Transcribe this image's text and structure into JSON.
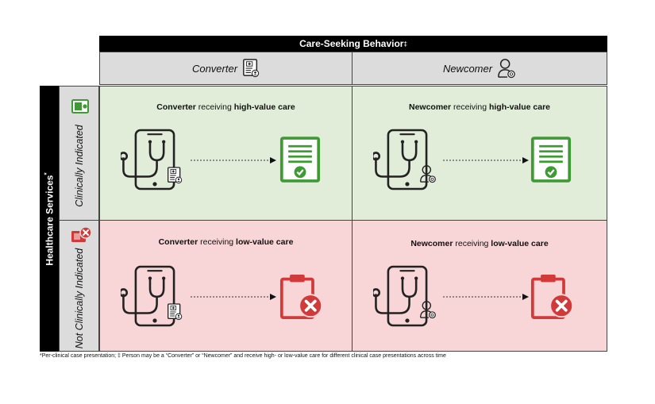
{
  "header": {
    "title": "Care-Seeking Behavior",
    "title_mark": "‡"
  },
  "columns": [
    {
      "label": "Converter",
      "icon": "patient-file-icon"
    },
    {
      "label": "Newcomer",
      "icon": "new-person-icon"
    }
  ],
  "side_header": {
    "title": "Healthcare Services",
    "title_mark": "*"
  },
  "rows": [
    {
      "label": "Clinically Indicated",
      "icon": "approved-card-icon",
      "color": "#3f9a35"
    },
    {
      "label": "Not Clinically Indicated",
      "icon": "rejected-card-icon",
      "color": "#d23a3a"
    }
  ],
  "cells": {
    "c11": {
      "who": "Converter",
      "mid": " receiving ",
      "what": "high-value care"
    },
    "c12": {
      "who": "Newcomer",
      "mid": " receiving ",
      "what": "high-value care"
    },
    "c21": {
      "who": "Converter",
      "mid": " receiving ",
      "what": "low-value care"
    },
    "c22": {
      "who": "Newcomer",
      "mid": " receiving ",
      "what": "low-value care"
    }
  },
  "colors": {
    "approve": "#3f9a35",
    "reject": "#d23a3a",
    "green_bg": "#e1edd9",
    "red_bg": "#f8d5d6",
    "header_bg": "#000000",
    "grey_bg": "#dcdcdc"
  },
  "footnote": "*Per-clinical case presentation; ‡ Person may be a “Converter” or “Newcomer” and receive high- or low-value care for different clinical case presentations across time"
}
